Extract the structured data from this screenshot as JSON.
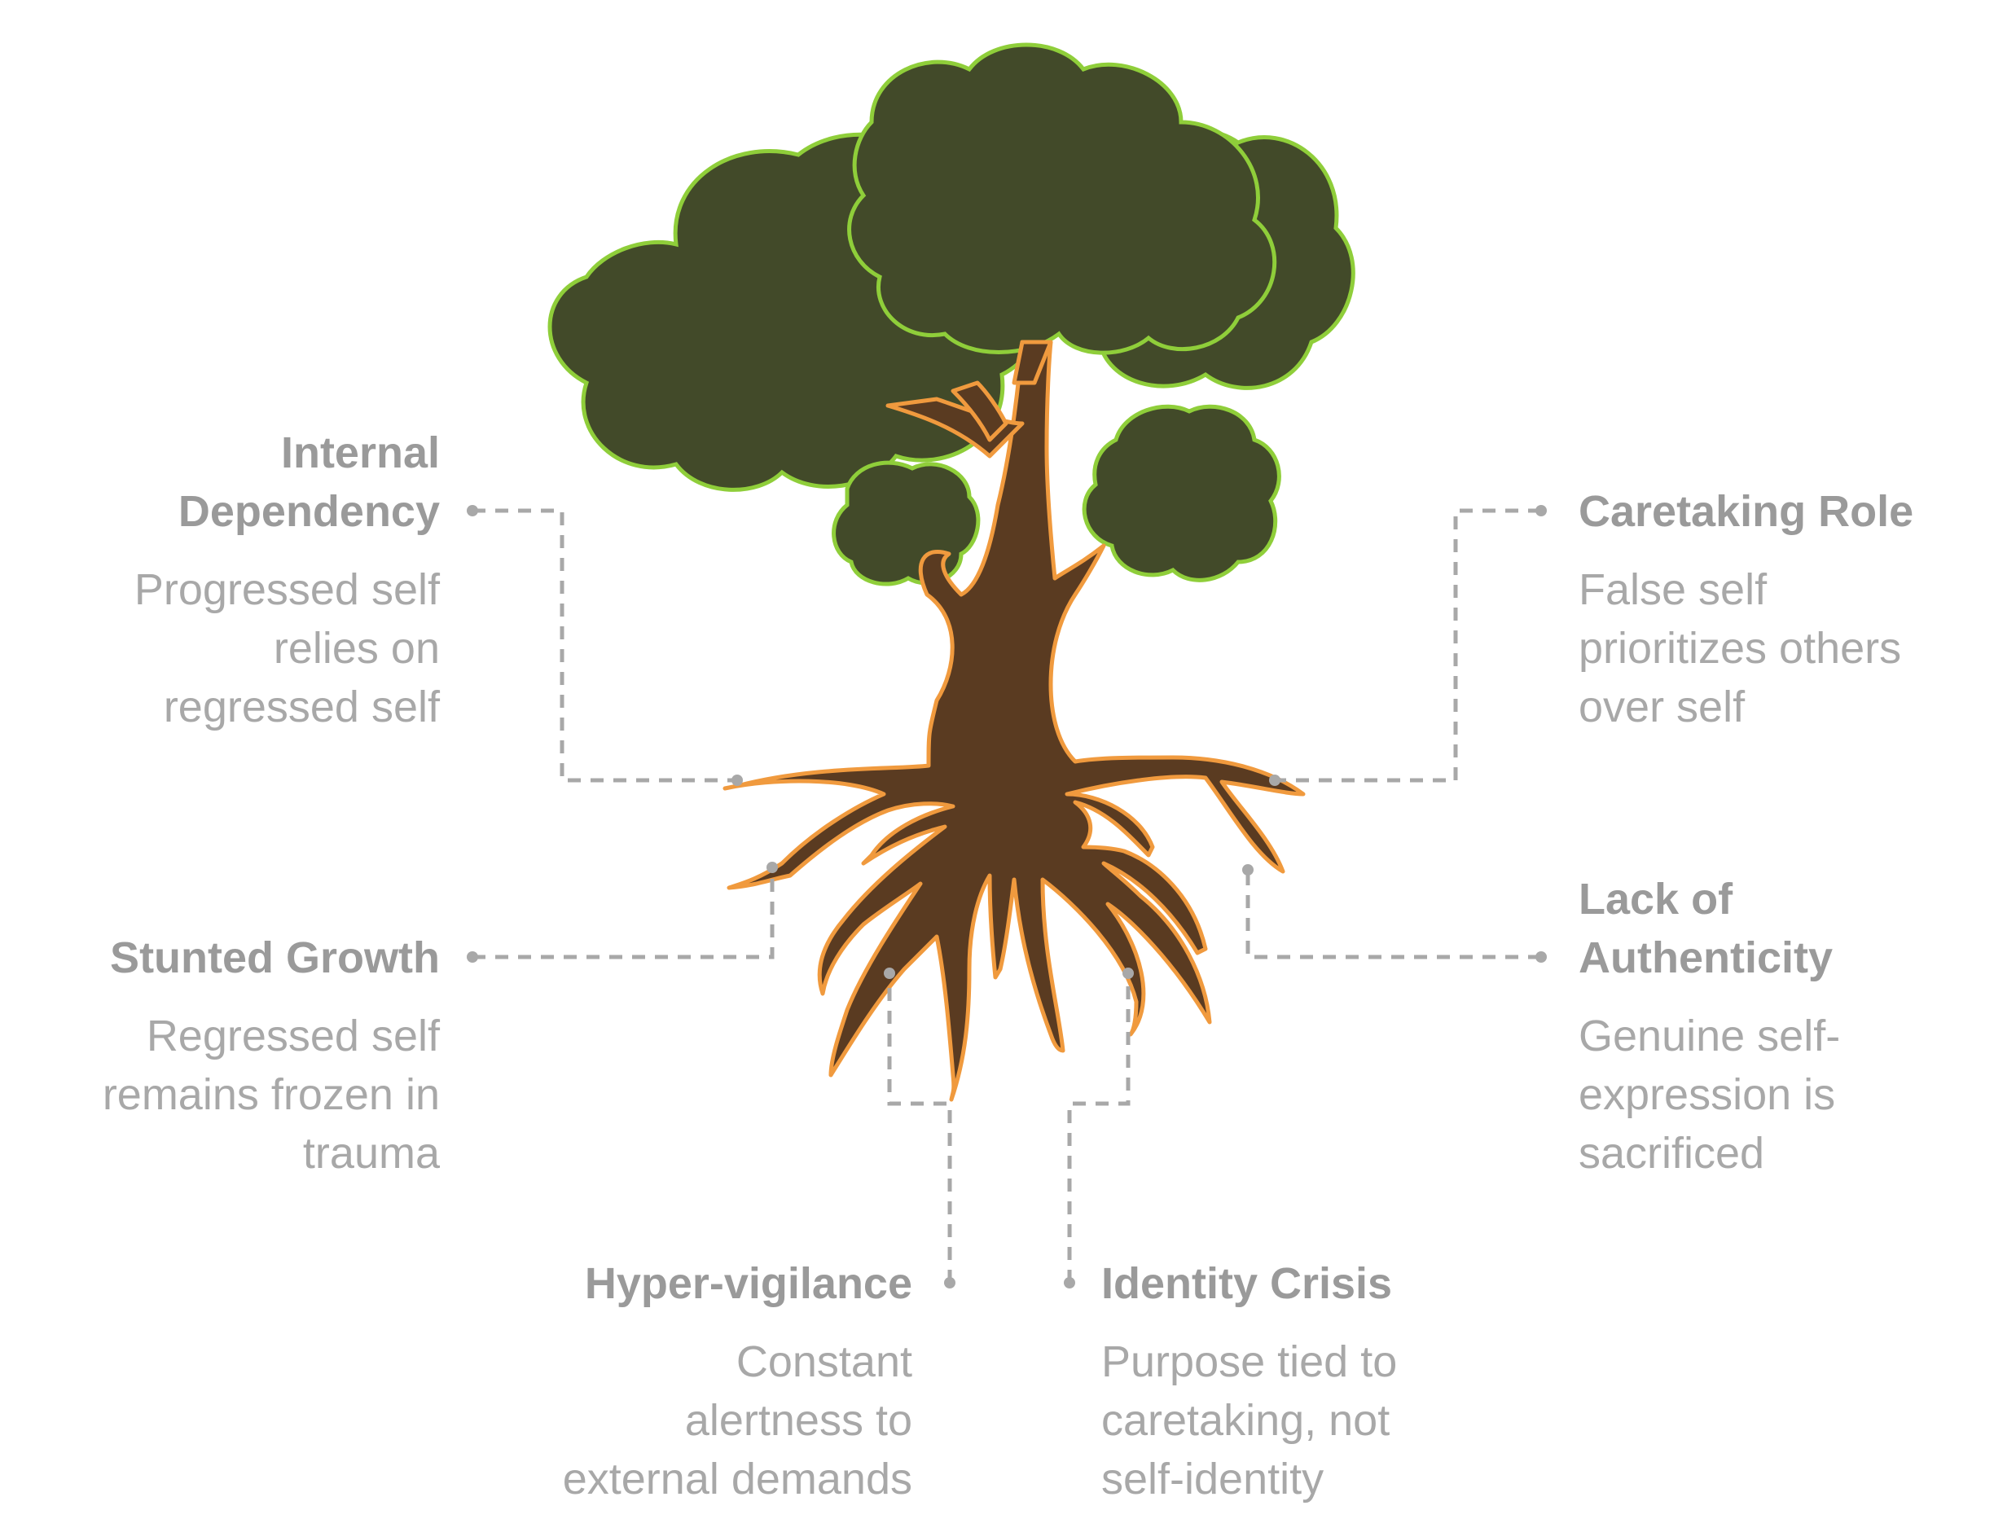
{
  "colors": {
    "canopy_fill": "#424a29",
    "canopy_outline": "#8fce3a",
    "trunk_fill": "#5a3b21",
    "trunk_outline": "#f09a3e",
    "connector": "#a8a8a8",
    "title_text": "#9a9a9a",
    "desc_text": "#a8a8a8"
  },
  "labels": {
    "internal_dependency": {
      "title": "Internal\nDependency",
      "desc": "Progressed self\nrelies on\nregressed self"
    },
    "caretaking_role": {
      "title": "Caretaking Role",
      "desc": "False self\nprioritizes others\nover self"
    },
    "stunted_growth": {
      "title": "Stunted Growth",
      "desc": "Regressed self\nremains frozen in\ntrauma"
    },
    "lack_of_authenticity": {
      "title": "Lack of\nAuthenticity",
      "desc": "Genuine self-\nexpression is\nsacrificed"
    },
    "hyper_vigilance": {
      "title": "Hyper-vigilance",
      "desc": "Constant\nalertness to\nexternal demands"
    },
    "identity_crisis": {
      "title": "Identity Crisis",
      "desc": "Purpose tied to\ncaretaking, not\nself-identity"
    }
  }
}
